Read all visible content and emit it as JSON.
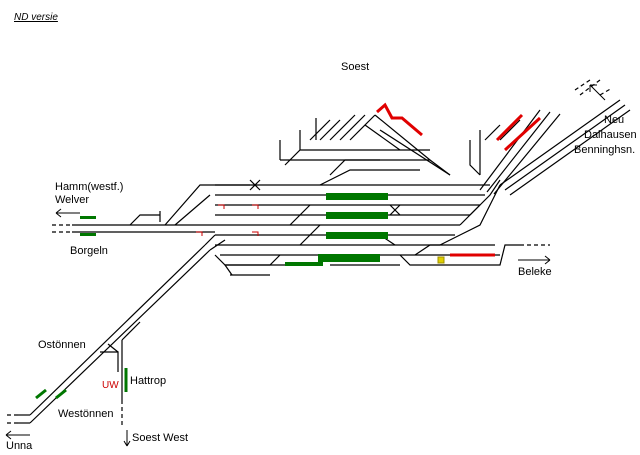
{
  "header": {
    "version_label": "ND versie"
  },
  "stations": {
    "main": "Soest",
    "hamm": "Hamm(westf.)",
    "welver": "Welver",
    "borgeln": "Borgeln",
    "neu": "Neu",
    "dalhausen": "Dalhausen",
    "benninghsn": "Benninghsn.",
    "beleke": "Beleke",
    "ostonnen": "Ostönnen",
    "westonnen": "Westönnen",
    "hattrop": "Hattrop",
    "uw": "UW",
    "soest_west": "Soest West",
    "unna": "Unna"
  },
  "colors": {
    "track": "#000000",
    "platform": "#007700",
    "out_of_service_track": "#e00000",
    "signal_marker": "#cc0000",
    "level_crossing": "#e0d000"
  }
}
